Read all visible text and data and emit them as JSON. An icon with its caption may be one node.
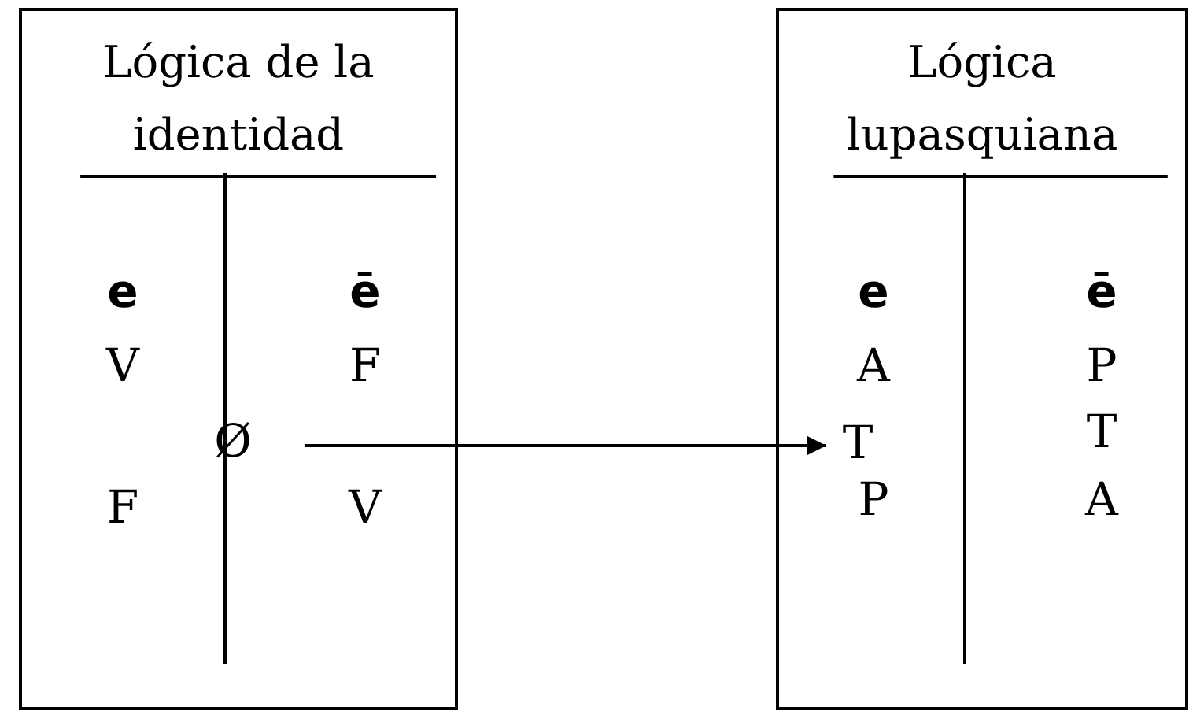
{
  "diagram": {
    "nodes": [
      {
        "text": [
          "Lógica de la identidad"
        ]
      },
      {
        "text": [
          "Ø"
        ],
        "in": 0
      },
      {
        "text": [
          "Lógica lupasquiana"
        ]
      },
      {
        "text": [
          "T"
        ],
        "in": 2
      }
    ],
    "edges": [
      {
        "from": 1,
        "to": 3,
        "arrow": "to"
      }
    ],
    "labels": [
      "e",
      "ē",
      "V",
      "F",
      "F",
      "V",
      "e",
      "ē",
      "A",
      "P",
      "T",
      "P",
      "A"
    ]
  }
}
